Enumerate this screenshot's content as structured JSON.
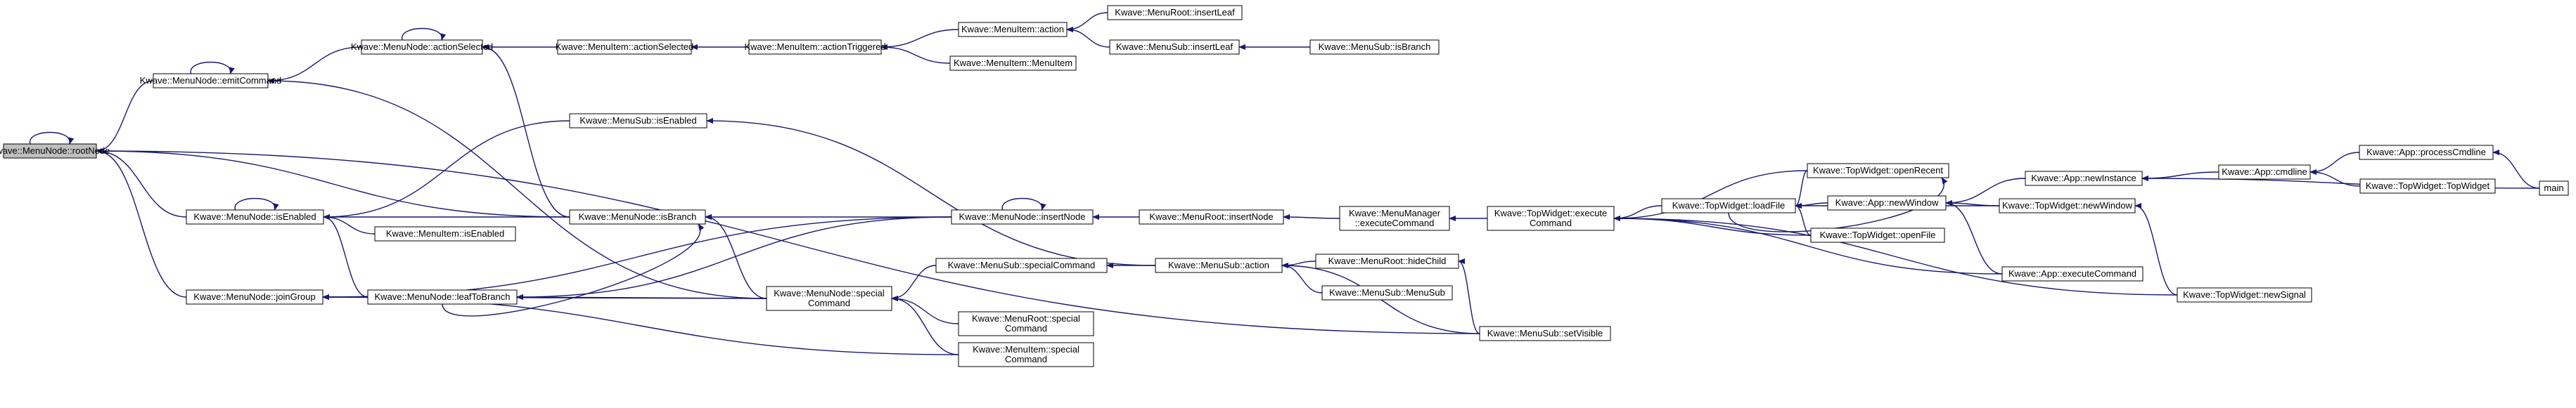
{
  "colors": {
    "edge": "#191970",
    "node_fill": "#ffffff",
    "highlight_fill": "#bfbfbf",
    "border": "#000000"
  },
  "nodes": {
    "rootNode": {
      "lines": [
        "Kwave::MenuNode::rootNode"
      ],
      "highlight": true
    },
    "emitCommand": {
      "lines": [
        "Kwave::MenuNode::emitCommand"
      ]
    },
    "nIsEnabled": {
      "lines": [
        "Kwave::MenuNode::isEnabled"
      ]
    },
    "joinGroup": {
      "lines": [
        "Kwave::MenuNode::joinGroup"
      ]
    },
    "nActionSel": {
      "lines": [
        "Kwave::MenuNode::actionSelected"
      ]
    },
    "iActionSel": {
      "lines": [
        "Kwave::MenuItem::actionSelected"
      ]
    },
    "iActionTrig": {
      "lines": [
        "Kwave::MenuItem::actionTriggered"
      ]
    },
    "iAction": {
      "lines": [
        "Kwave::MenuItem::action"
      ]
    },
    "iMenuItem": {
      "lines": [
        "Kwave::MenuItem::MenuItem"
      ]
    },
    "rInsertLeaf": {
      "lines": [
        "Kwave::MenuRoot::insertLeaf"
      ]
    },
    "sInsertLeaf": {
      "lines": [
        "Kwave::MenuSub::insertLeaf"
      ]
    },
    "sIsBranch": {
      "lines": [
        "Kwave::MenuSub::isBranch"
      ]
    },
    "sIsEnabled": {
      "lines": [
        "Kwave::MenuSub::isEnabled"
      ]
    },
    "iIsEnabled": {
      "lines": [
        "Kwave::MenuItem::isEnabled"
      ]
    },
    "nIsBranch": {
      "lines": [
        "Kwave::MenuNode::isBranch"
      ]
    },
    "leafToBranch": {
      "lines": [
        "Kwave::MenuNode::leafToBranch"
      ]
    },
    "nSpecial": {
      "lines": [
        "Kwave::MenuNode::special",
        "Command"
      ]
    },
    "nInsertNode": {
      "lines": [
        "Kwave::MenuNode::insertNode"
      ]
    },
    "sSpecial": {
      "lines": [
        "Kwave::MenuSub::specialCommand"
      ]
    },
    "rSpecial": {
      "lines": [
        "Kwave::MenuRoot::special",
        "Command"
      ]
    },
    "iSpecial": {
      "lines": [
        "Kwave::MenuItem::special",
        "Command"
      ]
    },
    "rInsertNode": {
      "lines": [
        "Kwave::MenuRoot::insertNode"
      ]
    },
    "mmExec": {
      "lines": [
        "Kwave::MenuManager",
        "::executeCommand"
      ]
    },
    "sAction": {
      "lines": [
        "Kwave::MenuSub::action"
      ]
    },
    "rHideChild": {
      "lines": [
        "Kwave::MenuRoot::hideChild"
      ]
    },
    "sMenuSub": {
      "lines": [
        "Kwave::MenuSub::MenuSub"
      ]
    },
    "sSetVisible": {
      "lines": [
        "Kwave::MenuSub::setVisible"
      ]
    },
    "twExec": {
      "lines": [
        "Kwave::TopWidget::execute",
        "Command"
      ]
    },
    "twOpenRecent": {
      "lines": [
        "Kwave::TopWidget::openRecent"
      ]
    },
    "twLoadFile": {
      "lines": [
        "Kwave::TopWidget::loadFile"
      ]
    },
    "twOpenFile": {
      "lines": [
        "Kwave::TopWidget::openFile"
      ]
    },
    "appNewWindow": {
      "lines": [
        "Kwave::App::newWindow"
      ]
    },
    "appExec": {
      "lines": [
        "Kwave::App::executeCommand"
      ]
    },
    "appNewInstance": {
      "lines": [
        "Kwave::App::newInstance"
      ]
    },
    "twNewWindow": {
      "lines": [
        "Kwave::TopWidget::newWindow"
      ]
    },
    "twNewSignal": {
      "lines": [
        "Kwave::TopWidget::newSignal"
      ]
    },
    "appCmdline": {
      "lines": [
        "Kwave::App::cmdline"
      ]
    },
    "appProcCmd": {
      "lines": [
        "Kwave::App::processCmdline"
      ]
    },
    "twTopWidget": {
      "lines": [
        "Kwave::TopWidget::TopWidget"
      ]
    },
    "main": {
      "lines": [
        "main"
      ]
    }
  },
  "edges": [
    [
      "emitCommand",
      "rootNode"
    ],
    [
      "emitCommand",
      "emitCommand"
    ],
    [
      "nIsEnabled",
      "rootNode"
    ],
    [
      "nIsEnabled",
      "nIsEnabled"
    ],
    [
      "joinGroup",
      "rootNode"
    ],
    [
      "rootNode",
      "rootNode"
    ],
    [
      "nActionSel",
      "emitCommand"
    ],
    [
      "nActionSel",
      "nActionSel"
    ],
    [
      "iActionSel",
      "nActionSel"
    ],
    [
      "iActionTrig",
      "iActionSel"
    ],
    [
      "iAction",
      "iActionTrig"
    ],
    [
      "iMenuItem",
      "iActionTrig"
    ],
    [
      "rInsertLeaf",
      "iAction"
    ],
    [
      "sInsertLeaf",
      "iAction"
    ],
    [
      "sIsBranch",
      "sInsertLeaf"
    ],
    [
      "sIsEnabled",
      "nIsEnabled"
    ],
    [
      "iIsEnabled",
      "nIsEnabled"
    ],
    [
      "nIsBranch",
      "rootNode"
    ],
    [
      "nIsBranch",
      "nIsEnabled"
    ],
    [
      "nIsBranch",
      "nActionSel"
    ],
    [
      "leafToBranch",
      "joinGroup"
    ],
    [
      "leafToBranch",
      "nIsEnabled"
    ],
    [
      "leafToBranch",
      "nIsBranch"
    ],
    [
      "nSpecial",
      "joinGroup"
    ],
    [
      "nSpecial",
      "leafToBranch"
    ],
    [
      "nSpecial",
      "nIsBranch"
    ],
    [
      "nSpecial",
      "emitCommand"
    ],
    [
      "nInsertNode",
      "nIsBranch"
    ],
    [
      "nInsertNode",
      "leafToBranch"
    ],
    [
      "nInsertNode",
      "joinGroup"
    ],
    [
      "nInsertNode",
      "nInsertNode"
    ],
    [
      "sSpecial",
      "nSpecial"
    ],
    [
      "rSpecial",
      "nSpecial"
    ],
    [
      "iSpecial",
      "nSpecial"
    ],
    [
      "iSpecial",
      "joinGroup"
    ],
    [
      "rInsertNode",
      "nInsertNode"
    ],
    [
      "mmExec",
      "rInsertNode"
    ],
    [
      "twExec",
      "mmExec"
    ],
    [
      "sAction",
      "sIsEnabled"
    ],
    [
      "sAction",
      "sSpecial"
    ],
    [
      "rHideChild",
      "sAction"
    ],
    [
      "sMenuSub",
      "sAction"
    ],
    [
      "sSetVisible",
      "rootNode"
    ],
    [
      "sSetVisible",
      "sAction"
    ],
    [
      "sSetVisible",
      "rHideChild"
    ],
    [
      "twOpenRecent",
      "twExec"
    ],
    [
      "twOpenRecent",
      "twLoadFile"
    ],
    [
      "twLoadFile",
      "twOpenRecent"
    ],
    [
      "twLoadFile",
      "twExec"
    ],
    [
      "twOpenFile",
      "twExec"
    ],
    [
      "twOpenFile",
      "twLoadFile"
    ],
    [
      "appNewWindow",
      "twLoadFile"
    ],
    [
      "appExec",
      "twExec"
    ],
    [
      "appExec",
      "appNewWindow"
    ],
    [
      "twNewWindow",
      "twLoadFile"
    ],
    [
      "twNewWindow",
      "appNewWindow"
    ],
    [
      "twNewSignal",
      "twExec"
    ],
    [
      "twNewSignal",
      "twNewWindow"
    ],
    [
      "appNewInstance",
      "appNewWindow"
    ],
    [
      "appCmdline",
      "appNewInstance"
    ],
    [
      "appProcCmd",
      "appCmdline"
    ],
    [
      "twTopWidget",
      "appCmdline"
    ],
    [
      "main",
      "appProcCmd"
    ],
    [
      "main",
      "appNewInstance"
    ]
  ]
}
